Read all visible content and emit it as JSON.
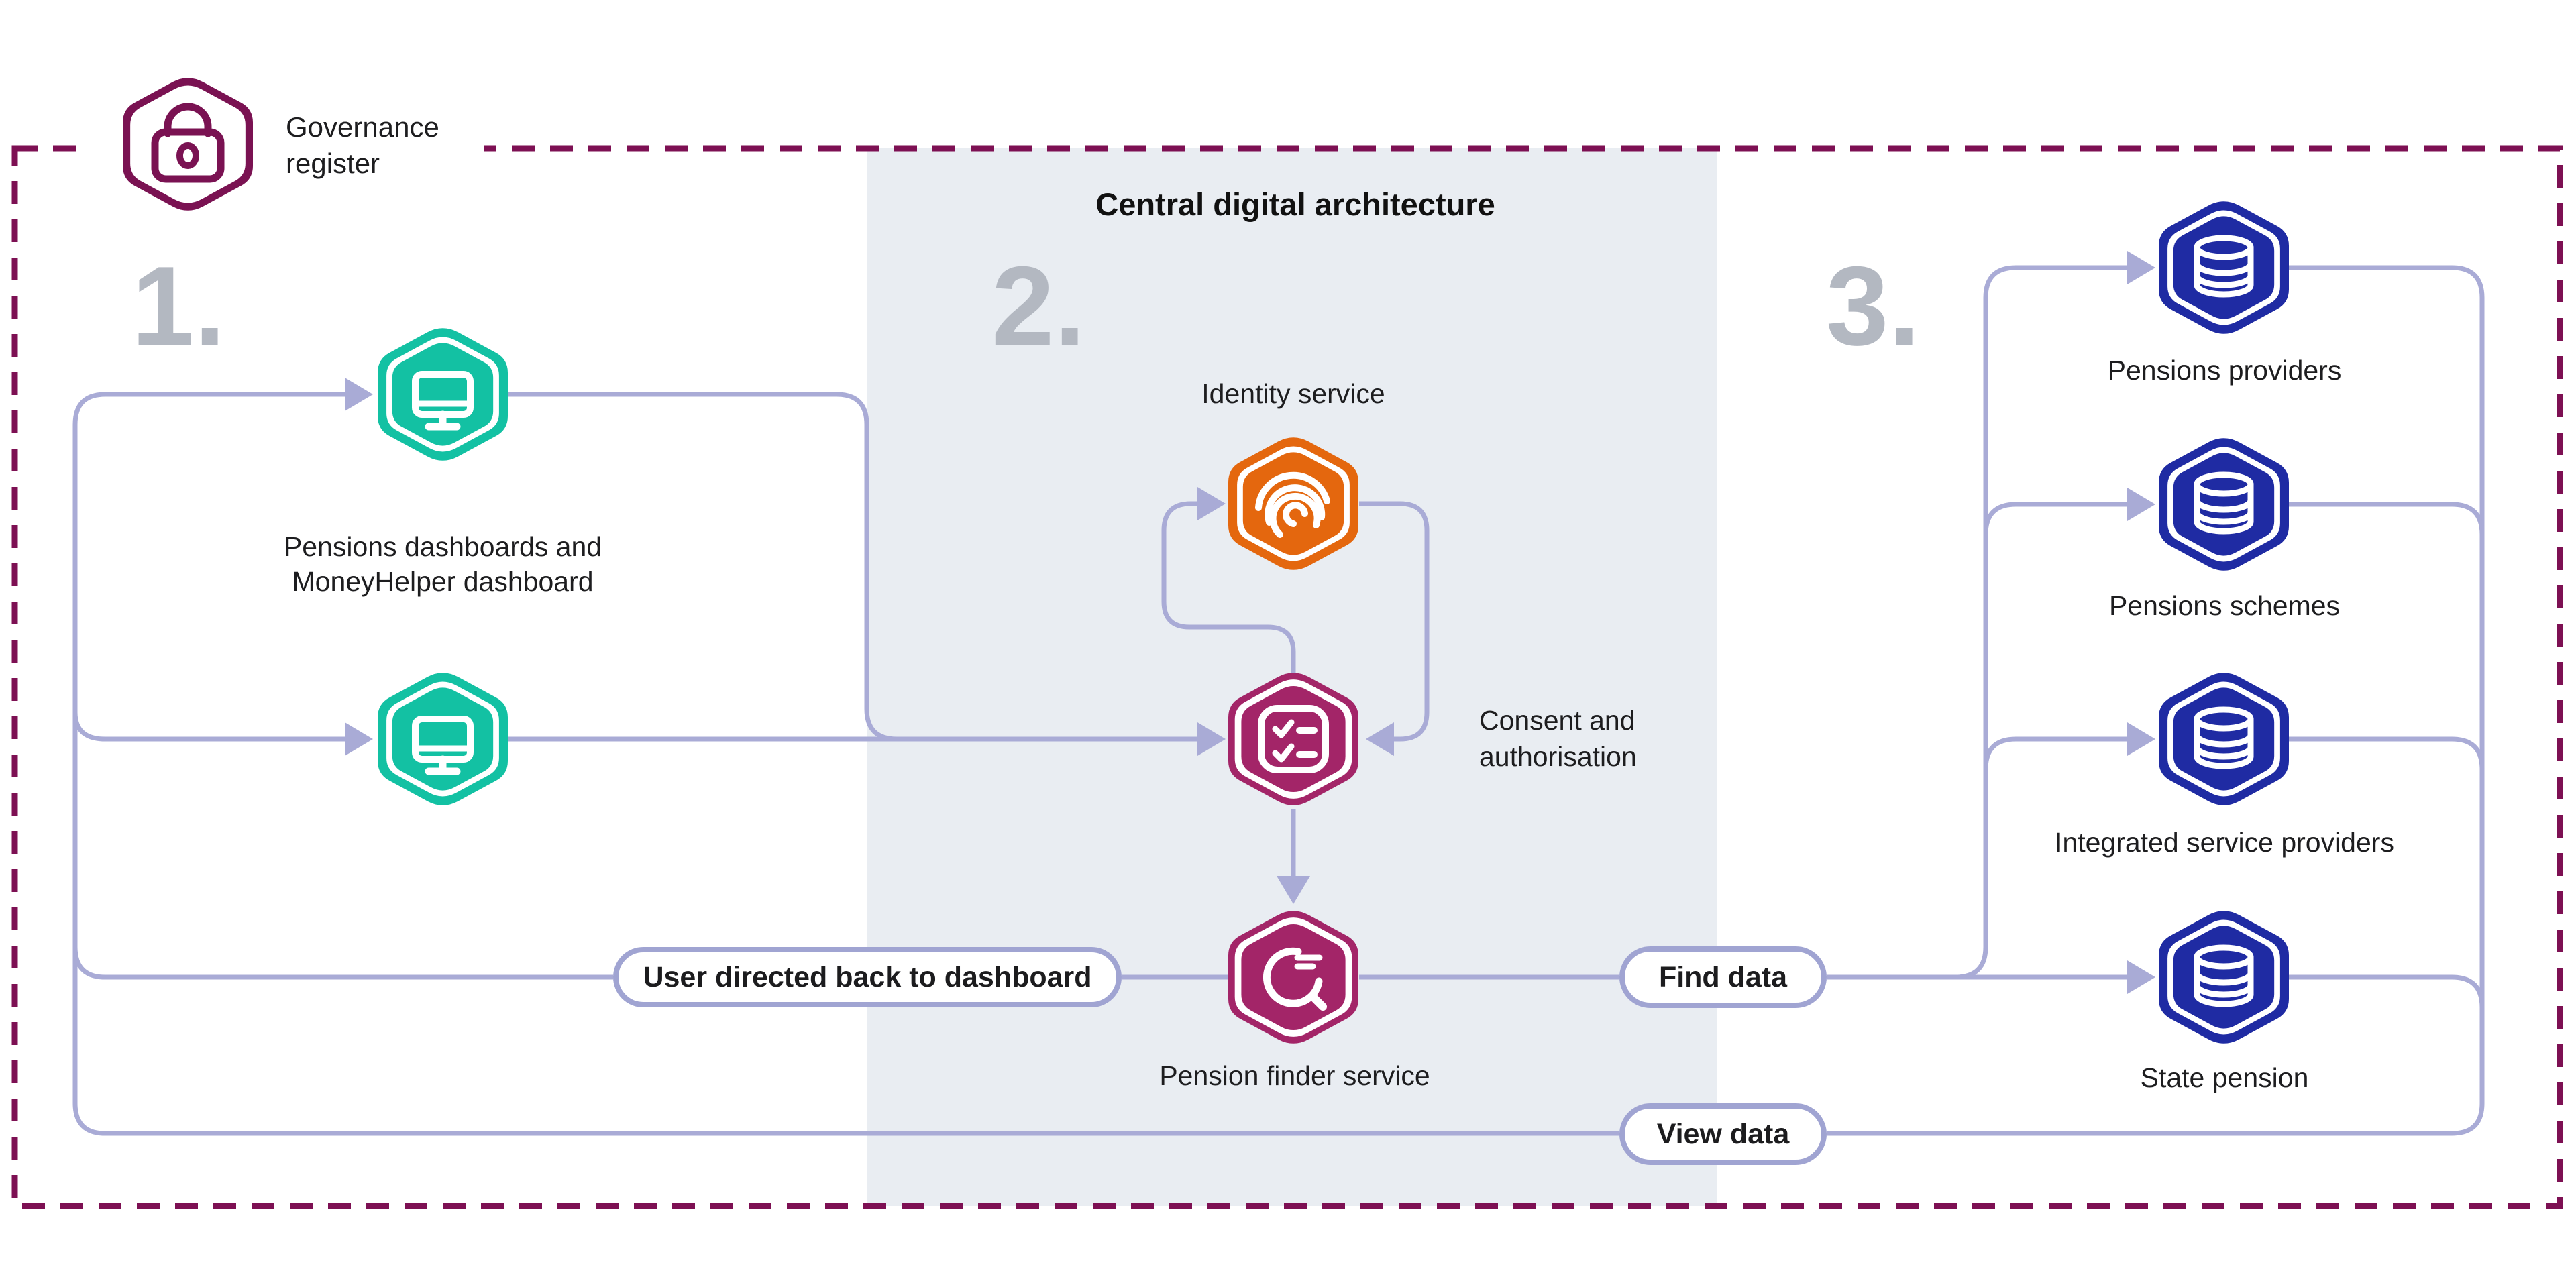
{
  "colors": {
    "border": "#7d1053",
    "govpurple": "#7a1252",
    "teal": "#13c1a3",
    "orange": "#e4670e",
    "magenta": "#a32568",
    "blue": "#1f2ba3",
    "line": "#a9abd6",
    "pillborder": "#a0a4d2",
    "band": "#e9edf2",
    "numgray": "#b3b8c1",
    "text": "#1d1d1f"
  },
  "governance": {
    "label": [
      "Governance",
      "register"
    ]
  },
  "sections": [
    {
      "number": "1."
    },
    {
      "number": "2."
    },
    {
      "number": "3."
    }
  ],
  "central": {
    "title": "Central digital architecture"
  },
  "nodes": {
    "dashboards": {
      "label": [
        "Pensions dashboards and",
        "MoneyHelper dashboard"
      ]
    },
    "identity": {
      "label": "Identity service"
    },
    "consent": {
      "label": [
        "Consent and",
        "authorisation"
      ]
    },
    "finder": {
      "label": "Pension finder service"
    },
    "providers": {
      "label": "Pensions providers"
    },
    "schemes": {
      "label": "Pensions schemes"
    },
    "isp": {
      "label": "Integrated service providers"
    },
    "state": {
      "label": "State pension"
    }
  },
  "pills": {
    "back": "User directed back to dashboard",
    "find": "Find data",
    "view": "View data"
  }
}
